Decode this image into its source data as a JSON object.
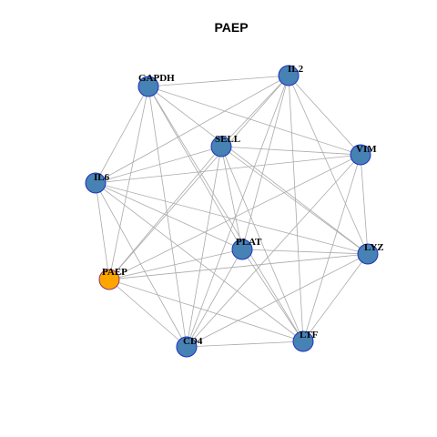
{
  "title": "PAEP",
  "colors": {
    "node_fill": "#4682b4",
    "node_stroke": "#1f2fbf",
    "highlight_fill": "#ffa500",
    "highlight_stroke": "#8b3a62",
    "edge": "#aaaaaa"
  },
  "highlight_node": "PAEP",
  "nodes": [
    "GAPDH",
    "IL2",
    "SELL",
    "VIM",
    "IL6",
    "PLAT",
    "LYZ",
    "PAEP",
    "CD4",
    "LTF"
  ],
  "edges": [
    [
      "GAPDH",
      "IL2"
    ],
    [
      "GAPDH",
      "IL6"
    ],
    [
      "GAPDH",
      "PAEP"
    ],
    [
      "GAPDH",
      "VIM"
    ],
    [
      "GAPDH",
      "LYZ"
    ],
    [
      "GAPDH",
      "PLAT"
    ],
    [
      "GAPDH",
      "CD4"
    ],
    [
      "GAPDH",
      "LTF"
    ],
    [
      "IL2",
      "IL6"
    ],
    [
      "IL2",
      "SELL"
    ],
    [
      "IL2",
      "VIM"
    ],
    [
      "IL2",
      "LYZ"
    ],
    [
      "IL2",
      "PLAT"
    ],
    [
      "IL2",
      "PAEP"
    ],
    [
      "IL2",
      "CD4"
    ],
    [
      "IL2",
      "LTF"
    ],
    [
      "SELL",
      "VIM"
    ],
    [
      "SELL",
      "LYZ"
    ],
    [
      "SELL",
      "PLAT"
    ],
    [
      "SELL",
      "PAEP"
    ],
    [
      "SELL",
      "CD4"
    ],
    [
      "SELL",
      "LTF"
    ],
    [
      "SELL",
      "IL6"
    ],
    [
      "VIM",
      "IL6"
    ],
    [
      "VIM",
      "PAEP"
    ],
    [
      "VIM",
      "CD4"
    ],
    [
      "VIM",
      "LTF"
    ],
    [
      "VIM",
      "LYZ"
    ],
    [
      "IL6",
      "LYZ"
    ],
    [
      "IL6",
      "PLAT"
    ],
    [
      "IL6",
      "PAEP"
    ],
    [
      "IL6",
      "CD4"
    ],
    [
      "IL6",
      "LTF"
    ],
    [
      "PLAT",
      "LYZ"
    ],
    [
      "PLAT",
      "PAEP"
    ],
    [
      "PLAT",
      "CD4"
    ],
    [
      "PLAT",
      "LTF"
    ],
    [
      "LYZ",
      "PAEP"
    ],
    [
      "LYZ",
      "CD4"
    ],
    [
      "LYZ",
      "LTF"
    ],
    [
      "PAEP",
      "CD4"
    ],
    [
      "PAEP",
      "LTF"
    ],
    [
      "CD4",
      "LTF"
    ]
  ]
}
